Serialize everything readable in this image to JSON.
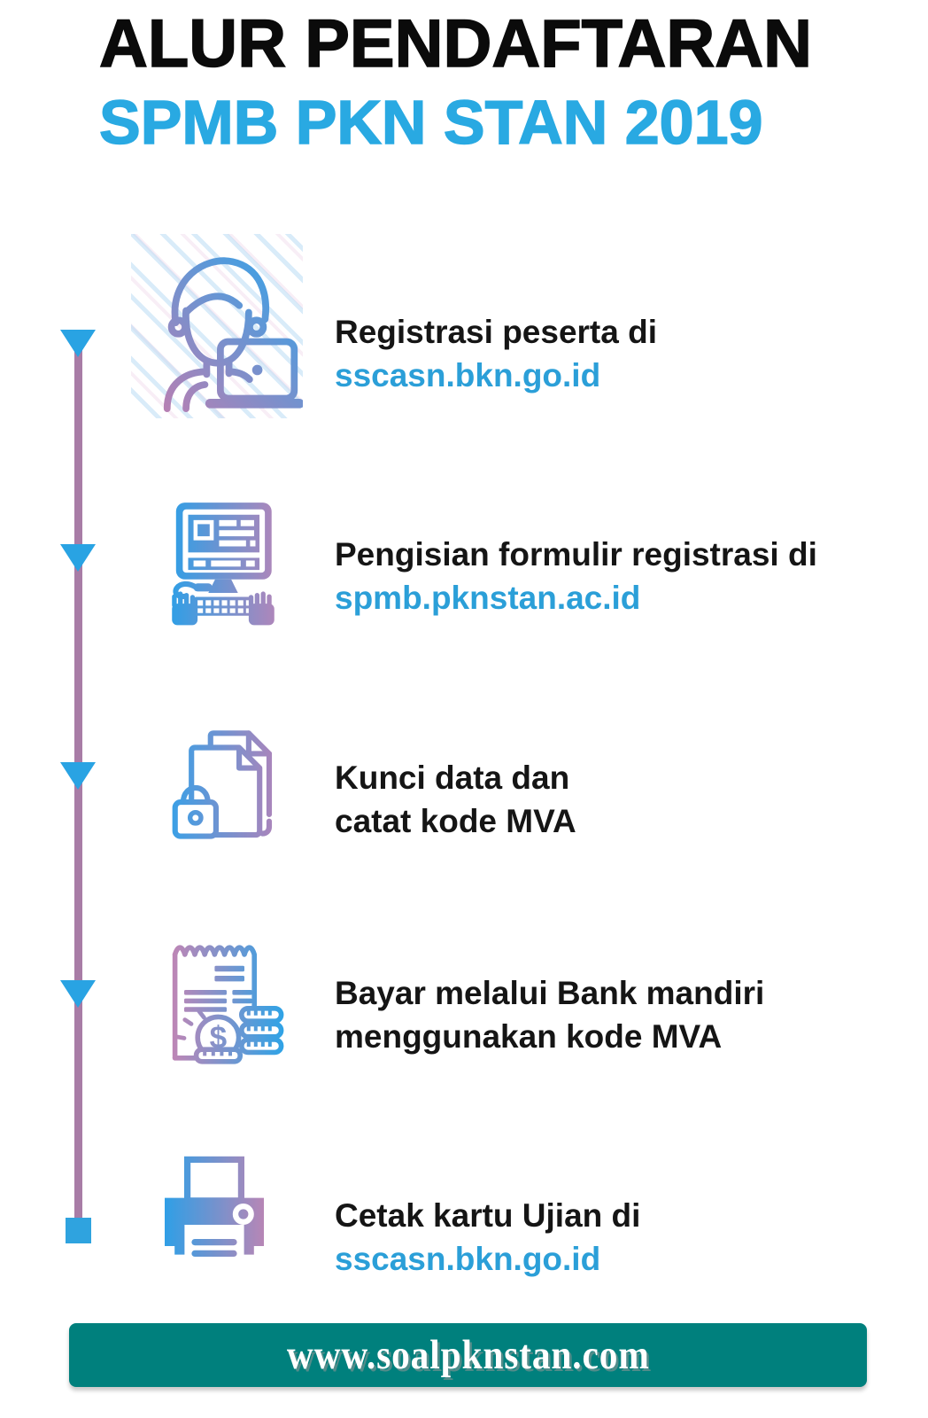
{
  "header": {
    "title": "ALUR PENDAFTARAN",
    "subtitle": "SPMB PKN STAN 2019"
  },
  "steps": [
    {
      "icon": "person-at-laptop-icon",
      "line1": "Registrasi peserta di",
      "line2": "sscasn.bkn.go.id"
    },
    {
      "icon": "computer-form-icon",
      "line1": "Pengisian formulir registrasi di",
      "line2": "spmb.pknstan.ac.id"
    },
    {
      "icon": "locked-documents-icon",
      "line1": "Kunci data dan",
      "line2": "catat kode MVA"
    },
    {
      "icon": "payment-receipt-icon",
      "line1": "Bayar melalui Bank mandiri",
      "line2": "menggunakan kode MVA"
    },
    {
      "icon": "printer-icon",
      "line1": "Cetak kartu Ujian di",
      "line2": "sscasn.bkn.go.id"
    }
  ],
  "footer": {
    "url": "www.soalpknstan.com"
  },
  "colors": {
    "title_black": "#0b0b0b",
    "subtitle_blue": "#29a9e2",
    "link_blue": "#2b9fd8",
    "timeline_line_mauve": "#a87ca6",
    "timeline_marker_blue": "#29a3e3",
    "footer_teal": "#00807d",
    "icon_gradient_pink": "#b77fb3",
    "icon_gradient_blue": "#2fa0e6"
  }
}
